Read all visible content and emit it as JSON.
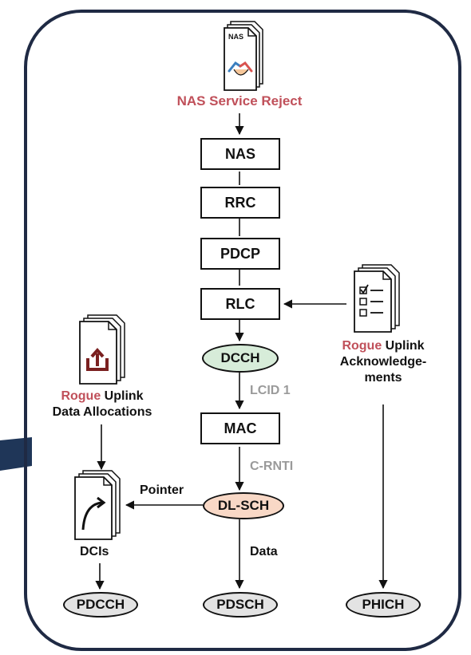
{
  "nas_doc_label": "NAS",
  "nas_service_reject": "NAS Service Reject",
  "layers": {
    "nas": "NAS",
    "rrc": "RRC",
    "pdcp": "PDCP",
    "rlc": "RLC",
    "mac": "MAC"
  },
  "channels": {
    "dcch": "DCCH",
    "dl_sch": "DL-SCH",
    "pdcch": "PDCCH",
    "pdsch": "PDSCH",
    "phich": "PHICH"
  },
  "edge_labels": {
    "lcid": "LCID 1",
    "crnti": "C-RNTI",
    "pointer": "Pointer",
    "data": "Data",
    "dcis": "DCIs"
  },
  "rogue_ack": {
    "rogue": "Rogue",
    "line1_rest": "Uplink",
    "line2": "Acknowledge-",
    "line3": "ments"
  },
  "rogue_alloc": {
    "rogue": "Rogue",
    "line1_rest": "Uplink",
    "line2": "Data Allocations"
  },
  "colors": {
    "accent_red": "#c0505a",
    "dcch_fill": "#d7ecd9",
    "dlsch_fill": "#f8d8c6",
    "phy_fill": "#e3e3e3",
    "frame_stroke": "#1f2a44",
    "label_gray": "#9a9a9a"
  },
  "icons": [
    "handshake-document-icon",
    "checklist-document-icon",
    "upload-document-icon",
    "curved-arrow-document-icon"
  ]
}
